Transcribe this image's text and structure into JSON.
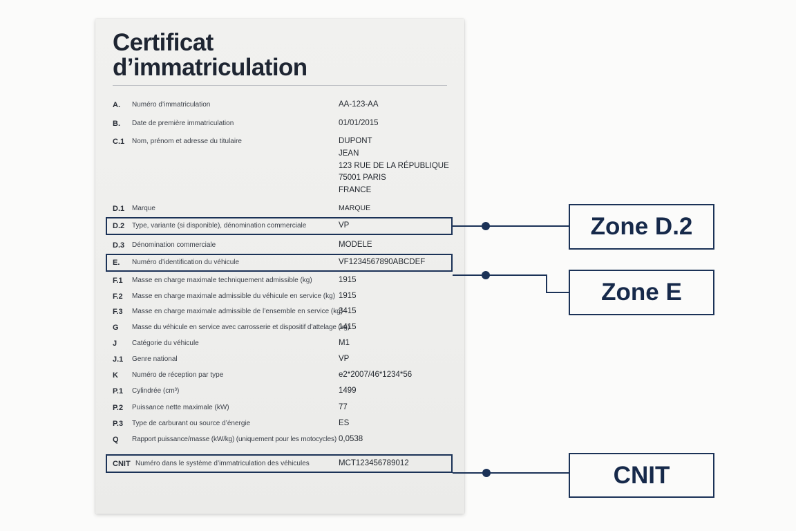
{
  "title": {
    "line1": "Certificat",
    "line2": "d’immatriculation"
  },
  "rows": [
    {
      "code": "A.",
      "label": "Numéro d’immatriculation",
      "value": "AA-123-AA"
    },
    {
      "code": "B.",
      "label": "Date de première immatriculation",
      "value": "01/01/2015"
    },
    {
      "code": "C.1",
      "label": "Nom, prénom et adresse du titulaire",
      "value_lines": [
        "DUPONT",
        "JEAN",
        "123 RUE DE LA RÉPUBLIQUE",
        "75001 PARIS",
        "FRANCE"
      ]
    },
    {
      "code": "D.1",
      "label": "Marque",
      "value": "MARQUE"
    },
    {
      "code": "D.2",
      "label": "Type, variante (si disponible), dénomination commerciale",
      "value": "VP"
    },
    {
      "code": "D.3",
      "label": "Dénomination commerciale",
      "value": "MODELE"
    },
    {
      "code": "E.",
      "label": "Numéro d’identification du véhicule",
      "value": "VF1234567890ABCDEF"
    },
    {
      "code": "F.1",
      "label": "Masse en charge maximale techniquement admissible (kg)",
      "value": "1915"
    },
    {
      "code": "F.2",
      "label": "Masse en charge maximale admissible du véhicule en service (kg)",
      "value": "1915"
    },
    {
      "code": "F.3",
      "label": "Masse en charge maximale admissible de l’ensemble en service (kg)",
      "value": "3415"
    },
    {
      "code": "G",
      "label": "Masse du véhicule en service avec carrosserie et dispositif d’attelage (kg)",
      "value": "1415"
    },
    {
      "code": "J",
      "label": "Catégorie du véhicule",
      "value": "M1"
    },
    {
      "code": "J.1",
      "label": "Genre national",
      "value": "VP"
    },
    {
      "code": "K",
      "label": "Numéro de réception par type",
      "value": "e2*2007/46*1234*56"
    },
    {
      "code": "P.1",
      "label": "Cylindrée (cm³)",
      "value": "1499"
    },
    {
      "code": "P.2",
      "label": "Puissance nette maximale (kW)",
      "value": "77"
    },
    {
      "code": "P.3",
      "label": "Type de carburant ou source d’énergie",
      "value": "ES"
    },
    {
      "code": "Q",
      "label": "Rapport puissance/masse (kW/kg) (uniquement pour les motocycles)",
      "value": "0,0538"
    },
    {
      "code": "CNIT",
      "label": "Numéro dans le système d’immatriculation des véhicules",
      "value": "MCT123456789012"
    }
  ],
  "callouts": {
    "zone_d2": "Zone D.2",
    "zone_e": "Zone E",
    "cnit": "CNIT"
  },
  "colors": {
    "accent": "#1b3257",
    "card": "#efefed",
    "background": "#fbfbfa"
  }
}
